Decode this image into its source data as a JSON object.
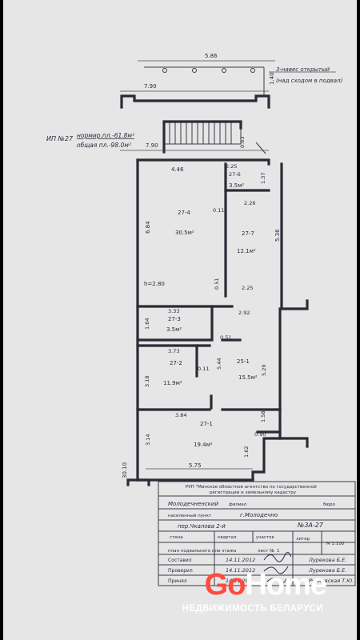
{
  "colors": {
    "paper": "#ebebeb",
    "ink": "#2b2b35",
    "logo_accent": "#ff4a3d",
    "logo_white": "#ffffff",
    "frame": "#000000"
  },
  "header": {
    "top_width": "5.86",
    "canopy_note_1": "3-навес открытый",
    "canopy_note_2": "(над сходом в подвал)",
    "canopy_depth": "1.40",
    "canopy_length": "7.90",
    "entry_length": "7.90"
  },
  "unit_label": {
    "id": "ИП №27",
    "norm_area": "нормир.пл.-61.8м²",
    "total_area": "общая пл.-98.0м²"
  },
  "dimensions": {
    "d_4_46": "4.46",
    "d_2_25_top": "2.25",
    "d_0_63": "0.63",
    "d_1_37": "1.37",
    "d_2_26": "2.26",
    "d_0_11_a": "0.11",
    "d_6_84": "6.84",
    "d_5_36": "5.36",
    "d_0_51_a": "0.51",
    "d_2_25_mid": "2.25",
    "d_3_33": "3.33",
    "d_1_64": "1.64",
    "d_2_92": "2.92",
    "d_0_51_b": "0.51",
    "d_3_73": "3.73",
    "d_5_44": "5.44",
    "d_5_29": "5.29",
    "d_3_18": "3.18",
    "d_0_11_b": "0.11",
    "d_3_84": "3.84",
    "d_1_58": "1.58",
    "d_0_90": "0.90",
    "d_3_14": "3.14",
    "d_1_62": "1.62",
    "d_5_75": "5.75",
    "d_30_10": "30.10",
    "height": "h=2.80"
  },
  "rooms": [
    {
      "id": "27-6",
      "area": "3.5м²"
    },
    {
      "id": "27-4",
      "area": "30.5м²"
    },
    {
      "id": "27-7",
      "area": "12.1м²"
    },
    {
      "id": "27-3",
      "area": "3.5м²"
    },
    {
      "id": "27-2",
      "area": "11.9м²"
    },
    {
      "id": "25-1",
      "area": "15.5м²"
    },
    {
      "id": "27-1",
      "area": "19.4м²"
    }
  ],
  "title_block": {
    "org_line_1": "РУП \"Минское областное агентство по государственной",
    "org_line_2": "регистрации и земельному кадастру",
    "district": "Молодечненский",
    "district_suffix": "филиал",
    "bureau": "бюро",
    "settlement_label": "населенный пункт",
    "settlement": "г.Молодечно",
    "street": "пер.Чкалова 2-й",
    "house_no": "№3А-27",
    "col_block": "стена",
    "col_apartment": "квартал",
    "col_section": "участок",
    "col_letter": "литер",
    "scale": "М 1:100",
    "plan_caption": "план подвального или этажа",
    "sheet_label": "лист №",
    "sheet_no": "1",
    "composed_label": "Составил",
    "composed_date": "14.11.2012",
    "composed_name": "Лурекова Б.Е.",
    "checked_label": "Проверил",
    "checked_date": "14.11.2012",
    "checked_name": "Лурекова Б.Е.",
    "approved_label": "Принял",
    "approved_date": "14.11.20",
    "approved_name": "Рунковская Т.Ю."
  },
  "brand": {
    "go": "Go",
    "home": "Home",
    "tagline": "НЕДВИЖИМОСТЬ БЕЛАРУСИ"
  }
}
